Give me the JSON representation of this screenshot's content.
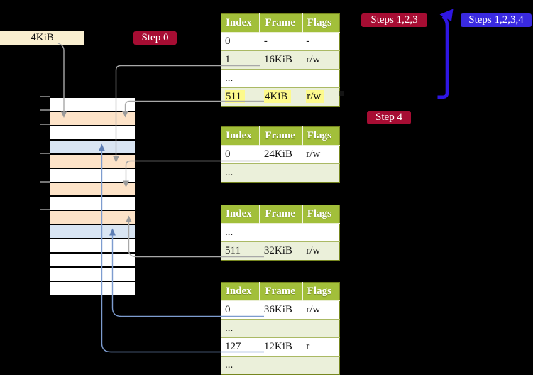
{
  "frame_label": {
    "text": "4KiB"
  },
  "step_labels": {
    "step0": "Step 0",
    "steps123": "Steps 1,2,3",
    "steps1234": "Steps 1,2,3,4",
    "step4": "Step 4"
  },
  "page_tables": {
    "headers": [
      "Index",
      "Frame",
      "Flags"
    ],
    "tables": [
      {
        "name": "page-table-top",
        "rows": [
          {
            "index": "0",
            "frame": "-",
            "flags": "-",
            "shaded": false,
            "highlight": false
          },
          {
            "index": "1",
            "frame": "16KiB",
            "flags": "r/w",
            "shaded": true,
            "highlight": false
          },
          {
            "index": "...",
            "frame": "",
            "flags": "",
            "shaded": false,
            "highlight": false
          },
          {
            "index": "511",
            "frame": "4KiB",
            "flags": "r/w",
            "shaded": true,
            "highlight": true
          }
        ]
      },
      {
        "name": "page-table-second",
        "rows": [
          {
            "index": "0",
            "frame": "24KiB",
            "flags": "r/w",
            "shaded": false,
            "highlight": false
          },
          {
            "index": "...",
            "frame": "",
            "flags": "",
            "shaded": true,
            "highlight": false
          }
        ]
      },
      {
        "name": "page-table-third",
        "rows": [
          {
            "index": "...",
            "frame": "",
            "flags": "",
            "shaded": false,
            "highlight": false
          },
          {
            "index": "511",
            "frame": "32KiB",
            "flags": "r/w",
            "shaded": true,
            "highlight": false
          }
        ]
      },
      {
        "name": "page-table-bottom",
        "rows": [
          {
            "index": "0",
            "frame": "36KiB",
            "flags": "r/w",
            "shaded": false,
            "highlight": false
          },
          {
            "index": "...",
            "frame": "",
            "flags": "",
            "shaded": true,
            "highlight": false
          },
          {
            "index": "127",
            "frame": "12KiB",
            "flags": "r",
            "shaded": false,
            "highlight": false
          },
          {
            "index": "...",
            "frame": "",
            "flags": "",
            "shaded": true,
            "highlight": false
          }
        ]
      }
    ]
  },
  "memory_column": {
    "rows": [
      "white",
      "peach",
      "white",
      "blue",
      "peach",
      "white",
      "peach",
      "white",
      "peach",
      "blue",
      "white",
      "white",
      "white",
      "white"
    ]
  },
  "colors": {
    "table_header_bg": "#a2bf3a",
    "table_row_shaded_bg": "#ebf0da",
    "highlight_yellow": "#fdfa8c",
    "memory_peach": "#fde3c8",
    "memory_blue": "#d9e5f3",
    "frame_label_bg": "#faefd0",
    "step_red_bg": "#a60d33",
    "step_blue_bg": "#3a2ae0",
    "gray_arrow": "#a8a8a8",
    "blue_arrow_line": "#7d9ccf",
    "blue_arrow_head": "#5d7eb5",
    "big_blue_arrow": "#2f16e3"
  }
}
